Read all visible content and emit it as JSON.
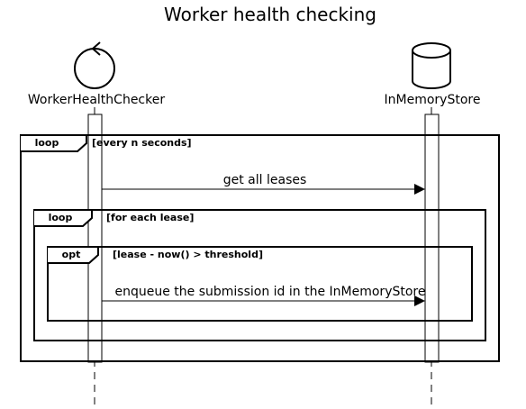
{
  "title": "Worker health checking",
  "participants": [
    {
      "name": "WorkerHealthChecker",
      "icon": "control-icon"
    },
    {
      "name": "InMemoryStore",
      "icon": "database-icon"
    }
  ],
  "frames": [
    {
      "kind": "loop",
      "guard": "[every n seconds]"
    },
    {
      "kind": "loop",
      "guard": "[for each lease]"
    },
    {
      "kind": "opt",
      "guard": "[lease - now() > threshold]"
    }
  ],
  "messages": [
    {
      "from": "WorkerHealthChecker",
      "to": "InMemoryStore",
      "label": "get all leases"
    },
    {
      "from": "WorkerHealthChecker",
      "to": "InMemoryStore",
      "label": "enqueue the submission id in the InMemoryStore"
    }
  ],
  "colors": {
    "line": "#000000",
    "background": "#ffffff"
  }
}
